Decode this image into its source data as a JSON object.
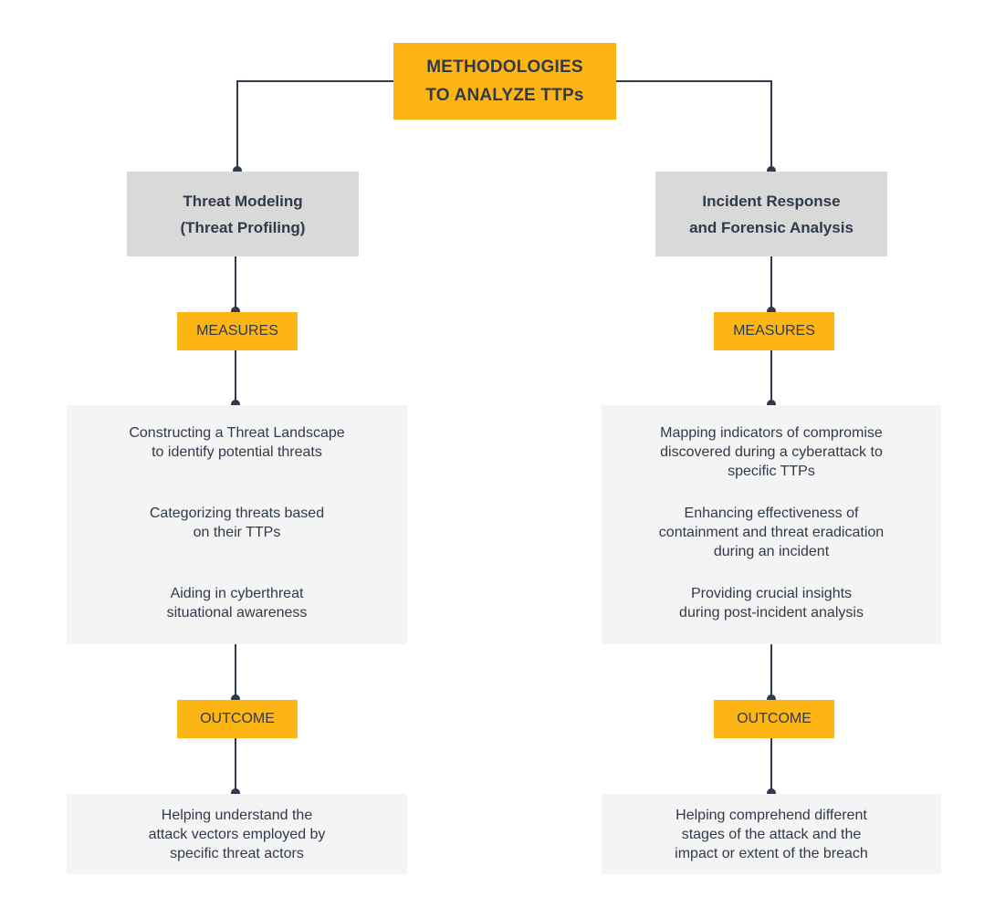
{
  "title": "METHODOLOGIES\nTO ANALYZE TTPs",
  "colors": {
    "accent": "#FDB515",
    "method_box": "#D9D9D9",
    "panel": "#F4F4F4",
    "line": "#2f3a4a"
  },
  "left": {
    "method": "Threat Modeling\n(Threat Profiling)",
    "measures_label": "MEASURES",
    "measures": [
      "Constructing a Threat Landscape\nto identify potential threats",
      "Categorizing threats based\non their TTPs",
      "Aiding in cyberthreat\nsituational awareness"
    ],
    "outcome_label": "OUTCOME",
    "outcome": "Helping understand the\nattack vectors employed by\nspecific threat actors"
  },
  "right": {
    "method": "Incident Response\nand Forensic Analysis",
    "measures_label": "MEASURES",
    "measures": [
      "Mapping indicators of compromise\ndiscovered during a cyberattack to\nspecific TTPs",
      "Enhancing effectiveness of\ncontainment and threat eradication\nduring an incident",
      "Providing crucial insights\nduring post-incident analysis"
    ],
    "outcome_label": "OUTCOME",
    "outcome": "Helping comprehend different\nstages of the attack and the\nimpact or extent of the breach"
  }
}
